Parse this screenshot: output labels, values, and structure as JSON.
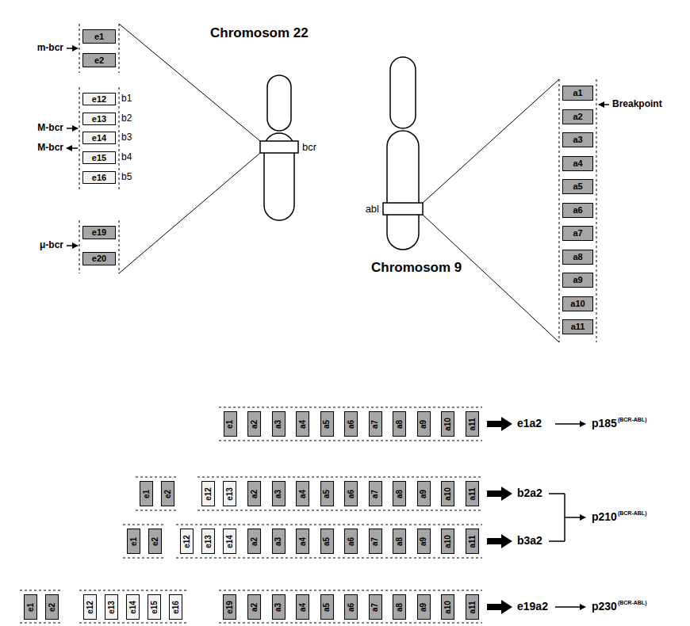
{
  "diagram": {
    "nodes": [
      {
        "text": [
          "e1"
        ]
      },
      {
        "text": [
          "e2"
        ]
      },
      {
        "text": [
          "e12"
        ]
      },
      {
        "text": [
          "e13"
        ]
      },
      {
        "text": [
          "e14"
        ]
      },
      {
        "text": [
          "e15"
        ]
      },
      {
        "text": [
          "e16"
        ]
      },
      {
        "text": [
          "e19"
        ]
      },
      {
        "text": [
          "e20"
        ]
      },
      {
        "text": [
          "a1"
        ]
      },
      {
        "text": [
          "a2"
        ]
      },
      {
        "text": [
          "a3"
        ]
      },
      {
        "text": [
          "a4"
        ]
      },
      {
        "text": [
          "a5"
        ]
      },
      {
        "text": [
          "a6"
        ]
      },
      {
        "text": [
          "a7"
        ]
      },
      {
        "text": [
          "a8"
        ]
      },
      {
        "text": [
          "a9"
        ]
      },
      {
        "text": [
          "a10"
        ]
      },
      {
        "text": [
          "a11"
        ]
      },
      {
        "text": [
          "e1"
        ]
      },
      {
        "text": [
          "a2"
        ]
      },
      {
        "text": [
          "a3"
        ]
      },
      {
        "text": [
          "a4"
        ]
      },
      {
        "text": [
          "a5"
        ]
      },
      {
        "text": [
          "a6"
        ]
      },
      {
        "text": [
          "a7"
        ]
      },
      {
        "text": [
          "a8"
        ]
      },
      {
        "text": [
          "a9"
        ]
      },
      {
        "text": [
          "a10"
        ]
      },
      {
        "text": [
          "a11"
        ]
      },
      {
        "text": [
          "e1"
        ]
      },
      {
        "text": [
          "e2"
        ]
      },
      {
        "text": [
          "e12"
        ]
      },
      {
        "text": [
          "e13"
        ]
      },
      {
        "text": [
          "a2"
        ]
      },
      {
        "text": [
          "a3"
        ]
      },
      {
        "text": [
          "a4"
        ]
      },
      {
        "text": [
          "a5"
        ]
      },
      {
        "text": [
          "a6"
        ]
      },
      {
        "text": [
          "a7"
        ]
      },
      {
        "text": [
          "a8"
        ]
      },
      {
        "text": [
          "a9"
        ]
      },
      {
        "text": [
          "a10"
        ]
      },
      {
        "text": [
          "a11"
        ]
      },
      {
        "text": [
          "e1"
        ]
      },
      {
        "text": [
          "e2"
        ]
      },
      {
        "text": [
          "e12"
        ]
      },
      {
        "text": [
          "e13"
        ]
      },
      {
        "text": [
          "e14"
        ]
      },
      {
        "text": [
          "a2"
        ]
      },
      {
        "text": [
          "a3"
        ]
      },
      {
        "text": [
          "a4"
        ]
      },
      {
        "text": [
          "a5"
        ]
      },
      {
        "text": [
          "a6"
        ]
      },
      {
        "text": [
          "a7"
        ]
      },
      {
        "text": [
          "a8"
        ]
      },
      {
        "text": [
          "a9"
        ]
      },
      {
        "text": [
          "a10"
        ]
      },
      {
        "text": [
          "a11"
        ]
      },
      {
        "text": [
          "e1"
        ]
      },
      {
        "text": [
          "e2"
        ]
      },
      {
        "text": [
          "e12"
        ]
      },
      {
        "text": [
          "e13"
        ]
      },
      {
        "text": [
          "e14"
        ]
      },
      {
        "text": [
          "e15"
        ]
      },
      {
        "text": [
          "e16"
        ]
      },
      {
        "text": [
          "e19"
        ]
      },
      {
        "text": [
          "a2"
        ]
      },
      {
        "text": [
          "a3"
        ]
      },
      {
        "text": [
          "a4"
        ]
      },
      {
        "text": [
          "a5"
        ]
      },
      {
        "text": [
          "a6"
        ]
      },
      {
        "text": [
          "a7"
        ]
      },
      {
        "text": [
          "a8"
        ]
      },
      {
        "text": [
          "a9"
        ]
      },
      {
        "text": [
          "a10"
        ]
      },
      {
        "text": [
          "a11"
        ]
      }
    ],
    "labels": [
      "m-bcr",
      "M-bcr",
      "M-bcr",
      "μ-bcr",
      "b1",
      "b2",
      "b3",
      "b4",
      "b5",
      "Chromosom 22",
      "bcr",
      "abl",
      "Chromosom 9",
      "Breakpoint",
      "e1a2",
      "p185",
      "(BCR-ABL)",
      "b2a2",
      "b3a2",
      "p210",
      "(BCR-ABL)",
      "e19a2",
      "p230",
      "(BCR-ABL)"
    ]
  }
}
